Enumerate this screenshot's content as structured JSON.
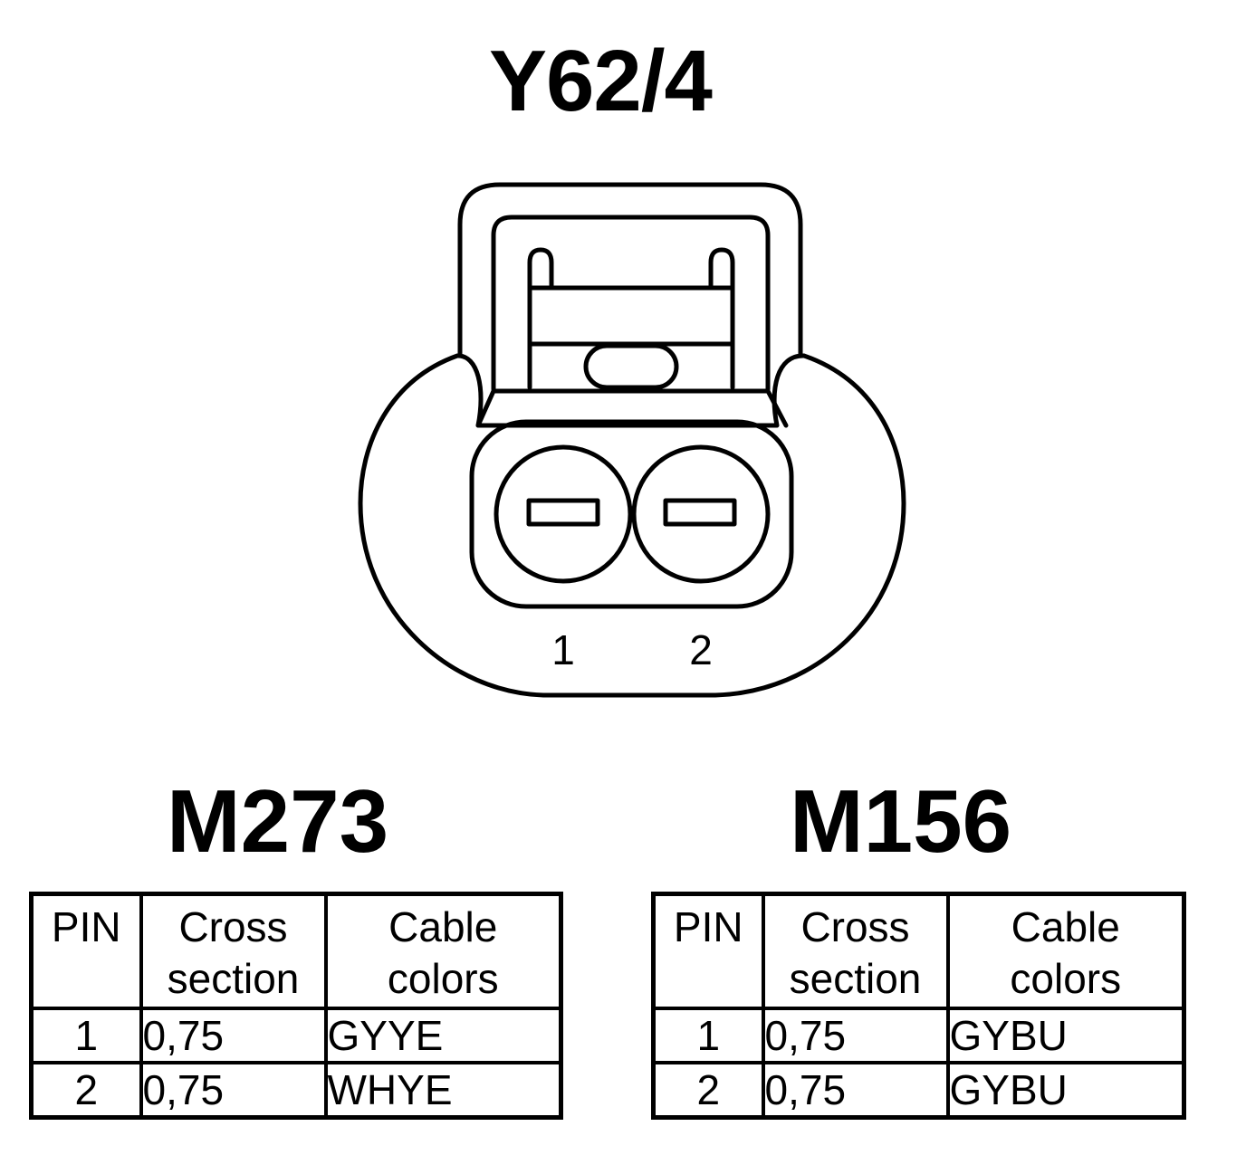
{
  "connector": {
    "title": "Y62/4",
    "pin_labels": [
      "1",
      "2"
    ]
  },
  "tables": [
    {
      "title": "M273",
      "headers": {
        "pin": "PIN",
        "cross_section": "Cross section",
        "cable_colors": "Cable colors"
      },
      "rows": [
        {
          "pin": "1",
          "cross_section": "0,75",
          "cable_colors": "GYYE"
        },
        {
          "pin": "2",
          "cross_section": "0,75",
          "cable_colors": "WHYE"
        }
      ]
    },
    {
      "title": "M156",
      "headers": {
        "pin": "PIN",
        "cross_section": "Cross section",
        "cable_colors": "Cable colors"
      },
      "rows": [
        {
          "pin": "1",
          "cross_section": "0,75",
          "cable_colors": "GYBU"
        },
        {
          "pin": "2",
          "cross_section": "0,75",
          "cable_colors": "GYBU"
        }
      ]
    }
  ]
}
